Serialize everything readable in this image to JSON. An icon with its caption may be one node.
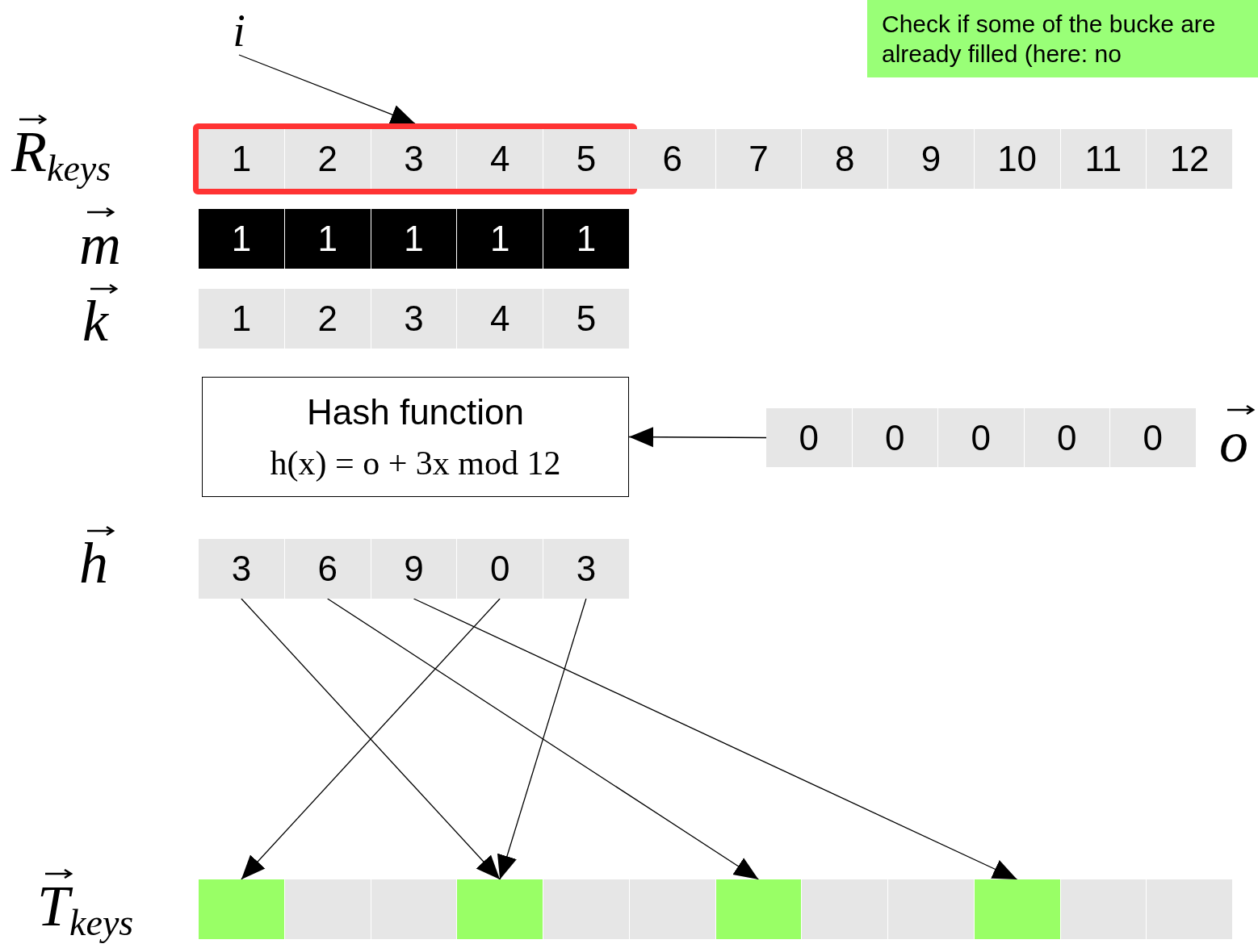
{
  "diagram": {
    "nodes": [
      {
        "text": [
          "Check if some of the bucke are already filled (here: no"
        ]
      },
      {
        "text": [
          "i"
        ]
      },
      {
        "text": [],
        "shape": "box"
      },
      {
        "text": [
          "1"
        ],
        "in": 2
      },
      {
        "text": [
          "2"
        ],
        "in": 2
      },
      {
        "text": [
          "3"
        ],
        "in": 2
      },
      {
        "text": [
          "4"
        ],
        "in": 2
      },
      {
        "text": [
          "5"
        ],
        "in": 2
      },
      {
        "text": [
          "6"
        ]
      },
      {
        "text": [
          "7"
        ]
      },
      {
        "text": [
          "8"
        ]
      },
      {
        "text": [
          "9"
        ]
      },
      {
        "text": [
          "10"
        ]
      },
      {
        "text": [
          "11"
        ]
      },
      {
        "text": [
          "12"
        ]
      },
      {
        "text": [
          "1"
        ]
      },
      {
        "text": [
          "1"
        ]
      },
      {
        "text": [
          "1"
        ]
      },
      {
        "text": [
          "1"
        ]
      },
      {
        "text": [
          "1"
        ]
      },
      {
        "text": [
          "1"
        ]
      },
      {
        "text": [
          "2"
        ]
      },
      {
        "text": [
          "3"
        ]
      },
      {
        "text": [
          "4"
        ]
      },
      {
        "text": [
          "5"
        ]
      },
      {
        "text": [
          "Hash function",
          "h(x) = o + 3x mod 12"
        ]
      },
      {
        "text": [
          "0"
        ]
      },
      {
        "text": [
          "0"
        ]
      },
      {
        "text": [
          "0"
        ]
      },
      {
        "text": [
          "0"
        ]
      },
      {
        "text": [
          "0"
        ]
      },
      {
        "text": [
          "3"
        ]
      },
      {
        "text": [
          "6"
        ]
      },
      {
        "text": [
          "9"
        ]
      },
      {
        "text": [
          "0"
        ]
      },
      {
        "text": [
          "3"
        ]
      },
      {
        "text": [],
        "shape": "box"
      },
      {
        "text": [],
        "shape": "box"
      },
      {
        "text": [],
        "shape": "box"
      },
      {
        "text": [],
        "shape": "box"
      },
      {
        "text": [],
        "shape": "box"
      },
      {
        "text": [],
        "shape": "box"
      },
      {
        "text": [],
        "shape": "box"
      },
      {
        "text": [],
        "shape": "box"
      },
      {
        "text": [],
        "shape": "box"
      },
      {
        "text": [],
        "shape": "box"
      },
      {
        "text": [],
        "shape": "box"
      },
      {
        "text": [],
        "shape": "box"
      }
    ],
    "edges": [
      {
        "from": 1,
        "to": 2,
        "arrow": "to"
      },
      {
        "from": 26,
        "to": 25,
        "arrow": "to"
      },
      {
        "from": 31,
        "to": 39,
        "arrow": "to"
      },
      {
        "from": 32,
        "to": 42,
        "arrow": "to"
      },
      {
        "from": 33,
        "to": 45,
        "arrow": "to"
      },
      {
        "from": 34,
        "to": 36,
        "arrow": "to"
      },
      {
        "from": 35,
        "to": 39,
        "arrow": "to"
      }
    ],
    "labels": [
      "R$_{keys}$",
      "m",
      "k",
      "o",
      "h",
      "T$_{keys}$"
    ]
  }
}
